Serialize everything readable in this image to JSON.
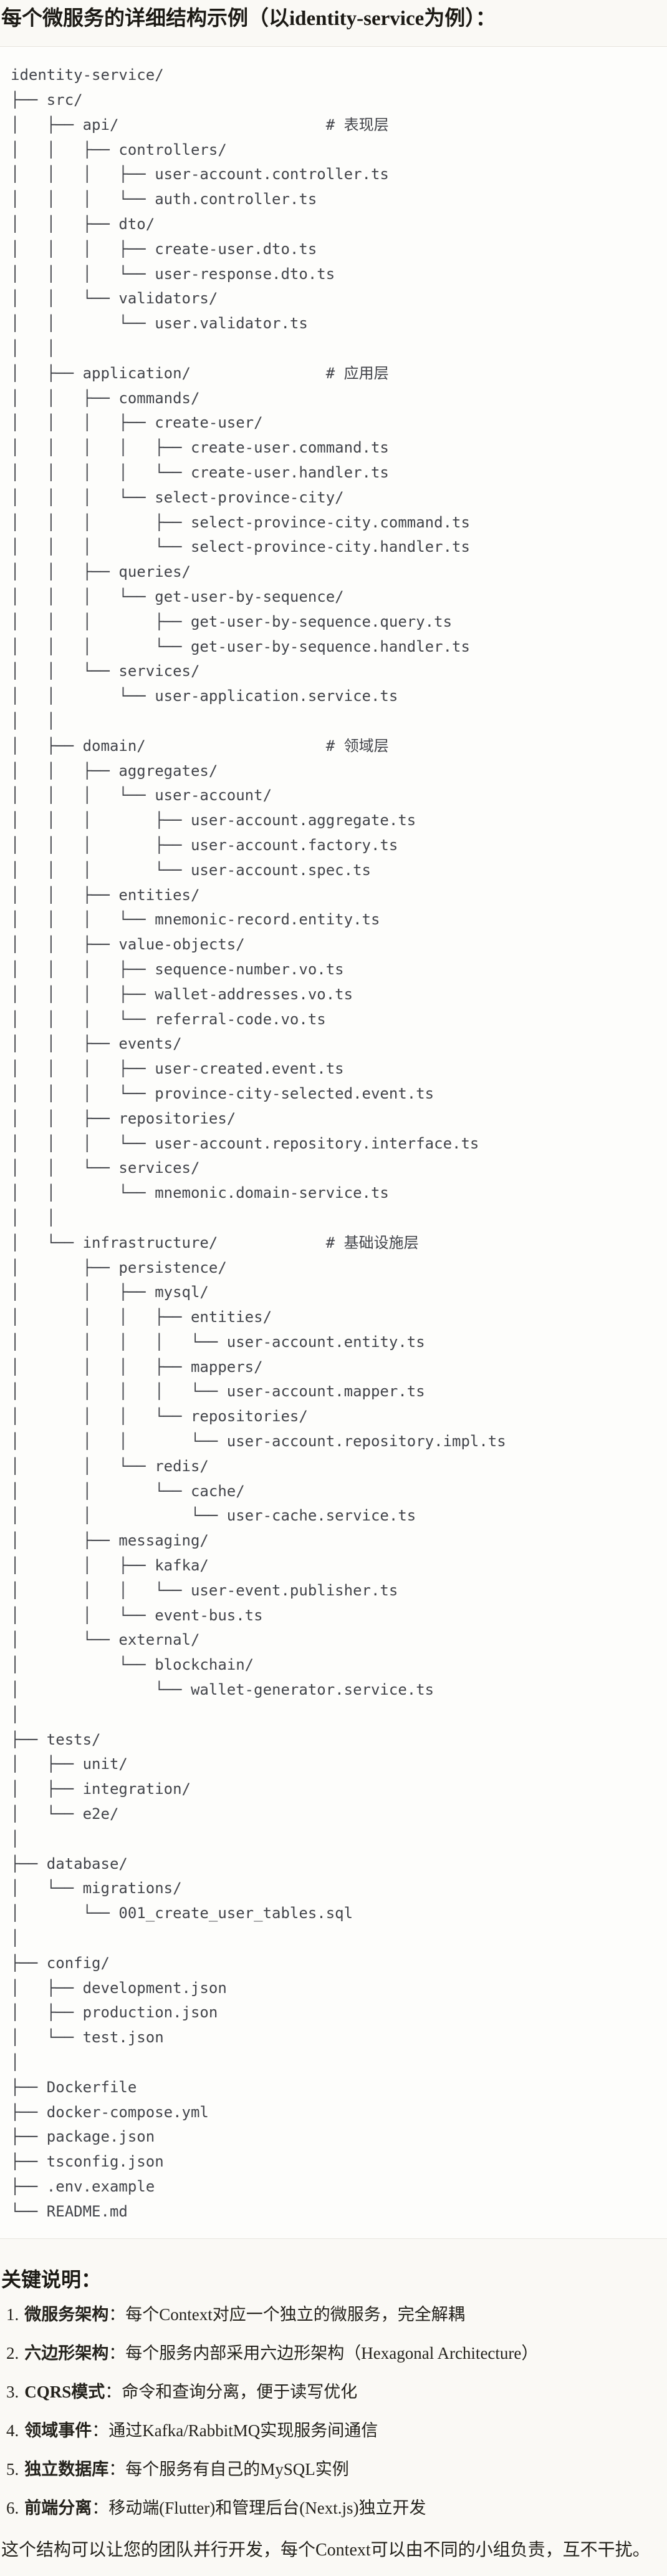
{
  "page": {
    "heading": "每个微服务的详细结构示例（以identity-service为例）：",
    "background_color": "#faf9f5",
    "code_block_background": "#fdfdfb",
    "border_color": "#e7e5de",
    "code_text_color": "#42444a",
    "heading_text_color": "#1c1a15"
  },
  "file_tree": {
    "root": "identity-service/",
    "layer_comments": [
      "# 表现层",
      "# 应用层",
      "# 领域层",
      "# 基础设施层"
    ],
    "lines": [
      "identity-service/",
      "├── src/",
      "│   ├── api/                       # 表现层",
      "│   │   ├── controllers/",
      "│   │   │   ├── user-account.controller.ts",
      "│   │   │   └── auth.controller.ts",
      "│   │   ├── dto/",
      "│   │   │   ├── create-user.dto.ts",
      "│   │   │   └── user-response.dto.ts",
      "│   │   └── validators/",
      "│   │       └── user.validator.ts",
      "│   │",
      "│   ├── application/               # 应用层",
      "│   │   ├── commands/",
      "│   │   │   ├── create-user/",
      "│   │   │   │   ├── create-user.command.ts",
      "│   │   │   │   └── create-user.handler.ts",
      "│   │   │   └── select-province-city/",
      "│   │   │       ├── select-province-city.command.ts",
      "│   │   │       └── select-province-city.handler.ts",
      "│   │   ├── queries/",
      "│   │   │   └── get-user-by-sequence/",
      "│   │   │       ├── get-user-by-sequence.query.ts",
      "│   │   │       └── get-user-by-sequence.handler.ts",
      "│   │   └── services/",
      "│   │       └── user-application.service.ts",
      "│   │",
      "│   ├── domain/                    # 领域层",
      "│   │   ├── aggregates/",
      "│   │   │   └── user-account/",
      "│   │   │       ├── user-account.aggregate.ts",
      "│   │   │       ├── user-account.factory.ts",
      "│   │   │       └── user-account.spec.ts",
      "│   │   ├── entities/",
      "│   │   │   └── mnemonic-record.entity.ts",
      "│   │   ├── value-objects/",
      "│   │   │   ├── sequence-number.vo.ts",
      "│   │   │   ├── wallet-addresses.vo.ts",
      "│   │   │   └── referral-code.vo.ts",
      "│   │   ├── events/",
      "│   │   │   ├── user-created.event.ts",
      "│   │   │   └── province-city-selected.event.ts",
      "│   │   ├── repositories/",
      "│   │   │   └── user-account.repository.interface.ts",
      "│   │   └── services/",
      "│   │       └── mnemonic.domain-service.ts",
      "│   │",
      "│   └── infrastructure/            # 基础设施层",
      "│       ├── persistence/",
      "│       │   ├── mysql/",
      "│       │   │   ├── entities/",
      "│       │   │   │   └── user-account.entity.ts",
      "│       │   │   ├── mappers/",
      "│       │   │   │   └── user-account.mapper.ts",
      "│       │   │   └── repositories/",
      "│       │   │       └── user-account.repository.impl.ts",
      "│       │   └── redis/",
      "│       │       └── cache/",
      "│       │           └── user-cache.service.ts",
      "│       ├── messaging/",
      "│       │   ├── kafka/",
      "│       │   │   └── user-event.publisher.ts",
      "│       │   └── event-bus.ts",
      "│       └── external/",
      "│           └── blockchain/",
      "│               └── wallet-generator.service.ts",
      "│",
      "├── tests/",
      "│   ├── unit/",
      "│   ├── integration/",
      "│   └── e2e/",
      "│",
      "├── database/",
      "│   └── migrations/",
      "│       └── 001_create_user_tables.sql",
      "│",
      "├── config/",
      "│   ├── development.json",
      "│   ├── production.json",
      "│   └── test.json",
      "│",
      "├── Dockerfile",
      "├── docker-compose.yml",
      "├── package.json",
      "├── tsconfig.json",
      "├── .env.example",
      "└── README.md"
    ]
  },
  "key_notes": {
    "heading": "关键说明：",
    "items": [
      {
        "marker": "1.",
        "label": "微服务架构",
        "text": "：每个Context对应一个独立的微服务，完全解耦"
      },
      {
        "marker": "2.",
        "label": "六边形架构",
        "text": "：每个服务内部采用六边形架构（Hexagonal Architecture）"
      },
      {
        "marker": "3.",
        "label": "CQRS模式",
        "text": "：命令和查询分离，便于读写优化"
      },
      {
        "marker": "4.",
        "label": "领域事件",
        "text": "：通过Kafka/RabbitMQ实现服务间通信"
      },
      {
        "marker": "5.",
        "label": "独立数据库",
        "text": "：每个服务有自己的MySQL实例"
      },
      {
        "marker": "6.",
        "label": "前端分离",
        "text": "：移动端(Flutter)和管理后台(Next.js)独立开发"
      }
    ],
    "closing": "这个结构可以让您的团队并行开发，每个Context可以由不同的小组负责，互不干扰。"
  }
}
